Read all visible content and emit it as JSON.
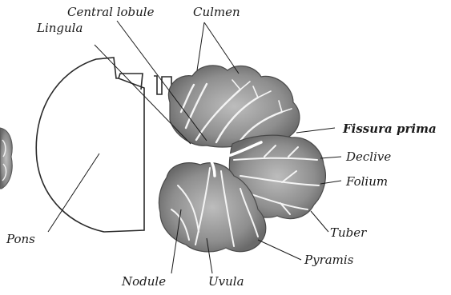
{
  "labels": {
    "central_lobule": "Central lobule",
    "culmen": "Culmen",
    "lingula": "Lingula",
    "fissura_prima": "Fissura prima",
    "declive": "Declive",
    "folium": "Folium",
    "tuber": "Tuber",
    "pyramis": "Pyramis",
    "uvula": "Uvula",
    "nodule": "Nodule",
    "pons": "Pons"
  },
  "colors": {
    "tissue": "#9a9a9a",
    "tissue_dark": "#6e6e6e",
    "white_matter": "#f4f4f4",
    "ink": "#1a1a1a"
  }
}
